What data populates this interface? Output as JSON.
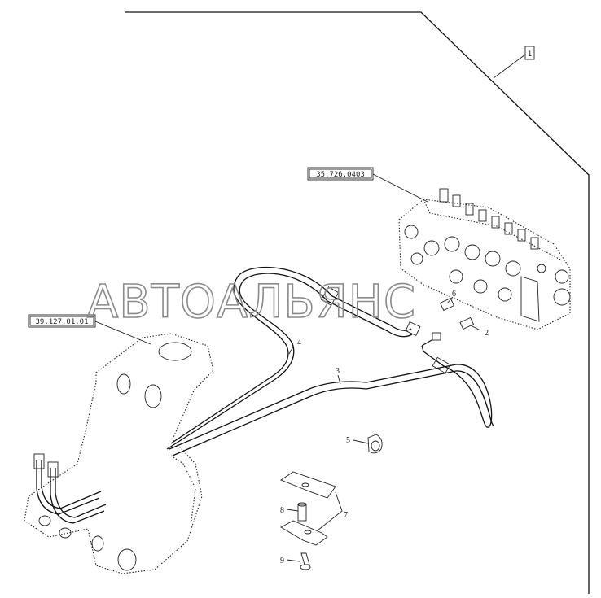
{
  "figure_id": "1",
  "ref_valve": "35.726.0403",
  "ref_frame": "39.127.01.01",
  "callouts": [
    "2",
    "3",
    "4",
    "5",
    "6",
    "7",
    "8",
    "9"
  ],
  "watermark": "АВТОАЛЬЯНС",
  "colors": {
    "line": "#111111",
    "watermark": "#8a8a8a",
    "background": "#ffffff"
  }
}
